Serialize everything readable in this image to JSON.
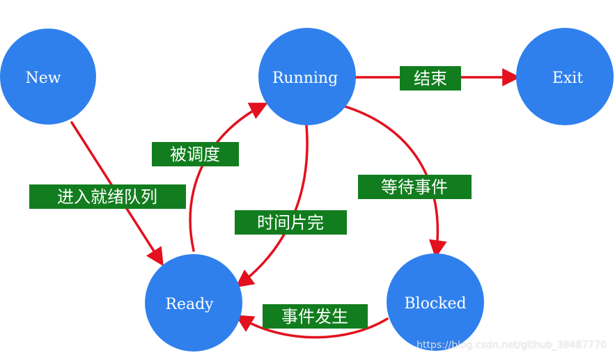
{
  "states": {
    "new": "New",
    "running": "Running",
    "exit": "Exit",
    "ready": "Ready",
    "blocked": "Blocked"
  },
  "transitions": {
    "running_to_exit": "结束",
    "new_to_ready": "进入就绪队列",
    "ready_to_running": "被调度",
    "running_to_ready": "时间片完",
    "running_to_blocked": "等待事件",
    "blocked_to_ready": "事件发生"
  },
  "watermark": "https://blog.csdn.net/github_38487770",
  "colors": {
    "state_fill": "#2f80ed",
    "arrow": "#e3101d",
    "label_box": "#127d1e",
    "label_text": "#ffffff"
  }
}
